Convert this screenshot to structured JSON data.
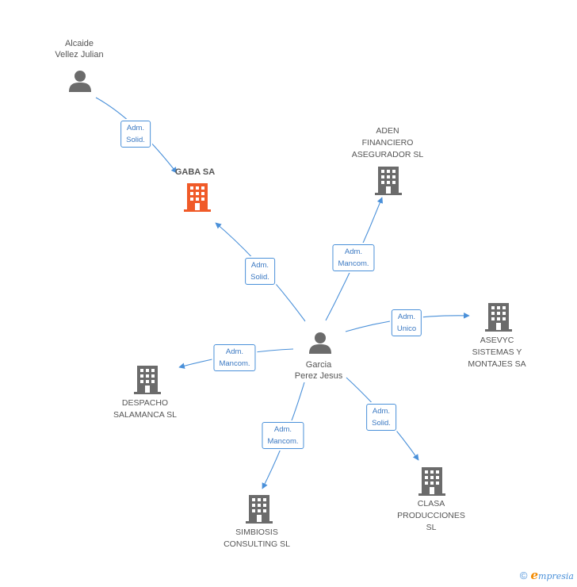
{
  "nodes": {
    "alcaide": {
      "label": "Alcaide\nVellez Julian",
      "type": "person"
    },
    "garcia": {
      "label": "Garcia\nPerez Jesus",
      "type": "person"
    },
    "gaba": {
      "label": "GABA SA",
      "type": "company-focus"
    },
    "aden": {
      "label": "ADEN\nFINANCIERO\nASEGURADOR SL",
      "type": "company"
    },
    "asevyc": {
      "label": "ASEVYC\nSISTEMAS Y\nMONTAJES SA",
      "type": "company"
    },
    "despacho": {
      "label": "DESPACHO\nSALAMANCA SL",
      "type": "company"
    },
    "simbiosis": {
      "label": "SIMBIOSIS\nCONSULTING SL",
      "type": "company"
    },
    "clasa": {
      "label": "CLASA\nPRODUCCIONES\nSL",
      "type": "company"
    }
  },
  "edges": [
    {
      "from": "alcaide",
      "to": "gaba",
      "label": "Adm.\nSolid."
    },
    {
      "from": "garcia",
      "to": "gaba",
      "label": "Adm.\nSolid."
    },
    {
      "from": "garcia",
      "to": "aden",
      "label": "Adm.\nMancom."
    },
    {
      "from": "garcia",
      "to": "asevyc",
      "label": "Adm.\nUnico"
    },
    {
      "from": "garcia",
      "to": "despacho",
      "label": "Adm.\nMancom."
    },
    {
      "from": "garcia",
      "to": "simbiosis",
      "label": "Adm.\nMancom."
    },
    {
      "from": "garcia",
      "to": "clasa",
      "label": "Adm.\nSolid."
    }
  ],
  "footer": {
    "copyright": "©",
    "brand_initial": "e",
    "brand_rest": "mpresia"
  },
  "colors": {
    "edge": "#4a90d9",
    "person_icon": "#6b6b6b",
    "company_icon": "#6b6b6b",
    "focus_icon": "#f05a28"
  }
}
